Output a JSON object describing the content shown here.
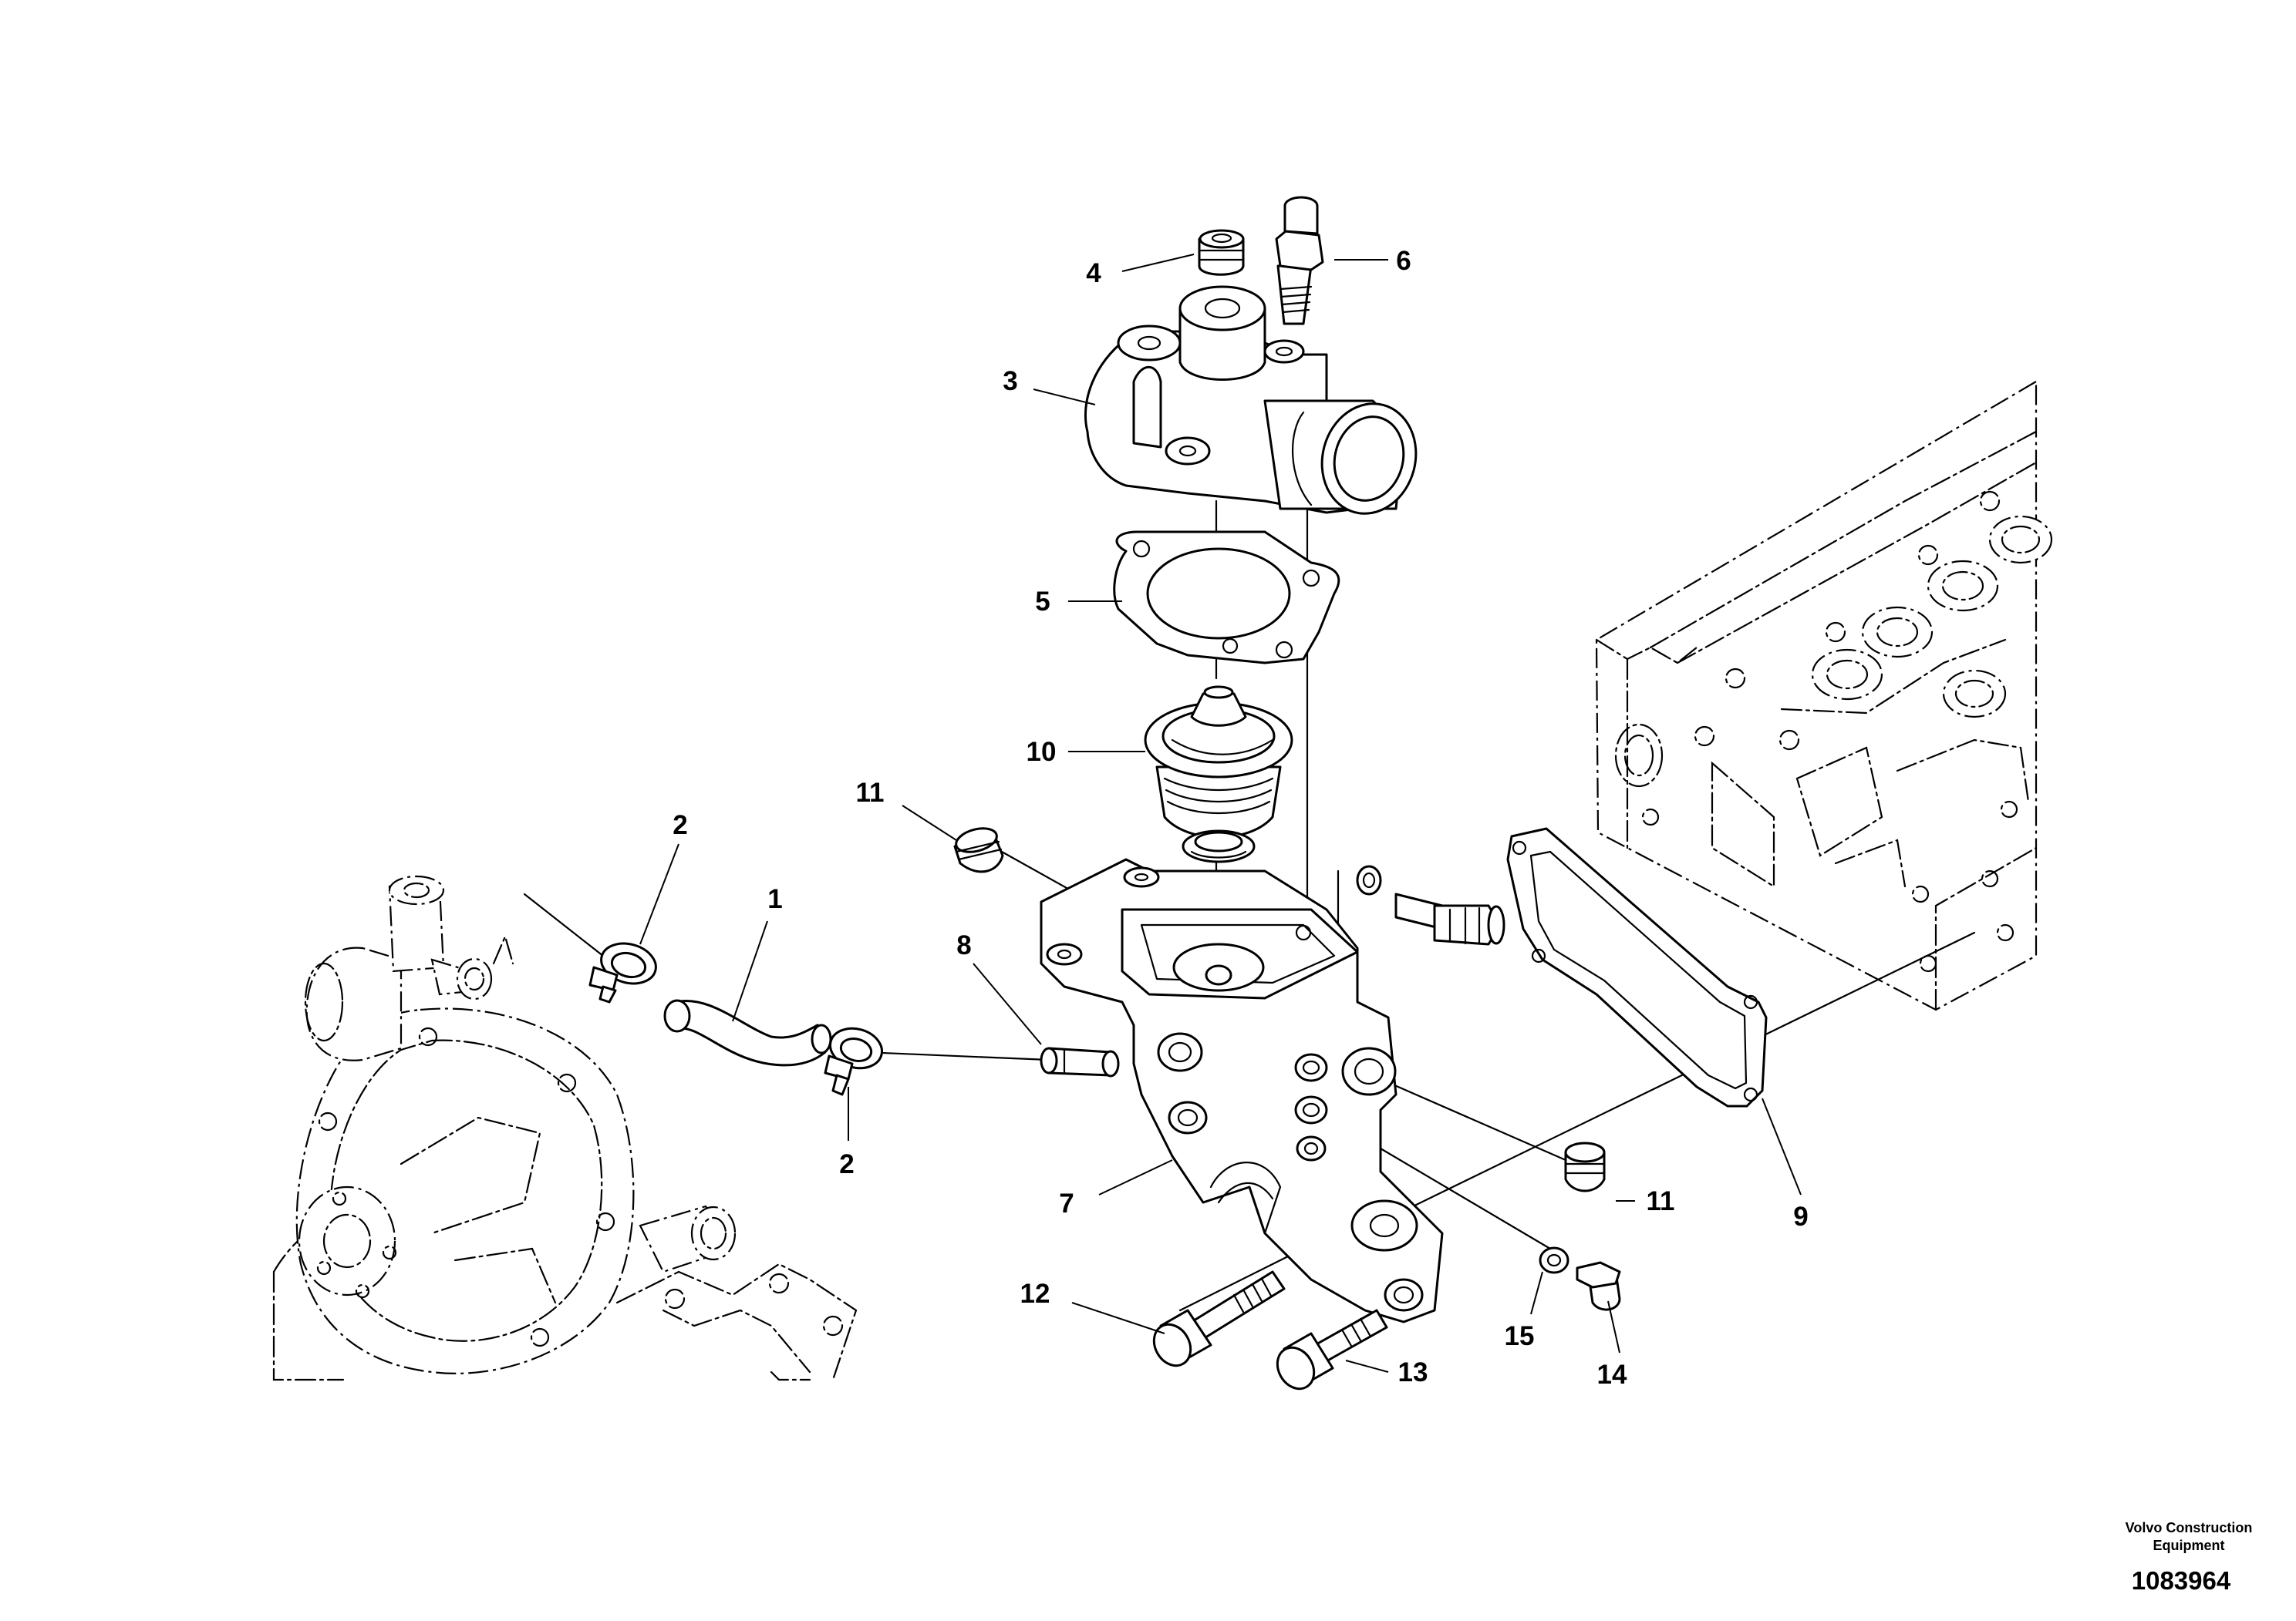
{
  "callouts": [
    {
      "id": "1",
      "label": "1"
    },
    {
      "id": "2a",
      "label": "2"
    },
    {
      "id": "2b",
      "label": "2"
    },
    {
      "id": "3",
      "label": "3"
    },
    {
      "id": "4",
      "label": "4"
    },
    {
      "id": "5",
      "label": "5"
    },
    {
      "id": "6",
      "label": "6"
    },
    {
      "id": "7",
      "label": "7"
    },
    {
      "id": "8",
      "label": "8"
    },
    {
      "id": "9",
      "label": "9"
    },
    {
      "id": "10",
      "label": "10"
    },
    {
      "id": "11a",
      "label": "11"
    },
    {
      "id": "11b",
      "label": "11"
    },
    {
      "id": "12",
      "label": "12"
    },
    {
      "id": "13",
      "label": "13"
    },
    {
      "id": "14",
      "label": "14"
    },
    {
      "id": "15",
      "label": "15"
    }
  ],
  "footer": {
    "brand_line1": "Volvo Construction",
    "brand_line2": "Equipment",
    "drawing_number": "1083964"
  }
}
